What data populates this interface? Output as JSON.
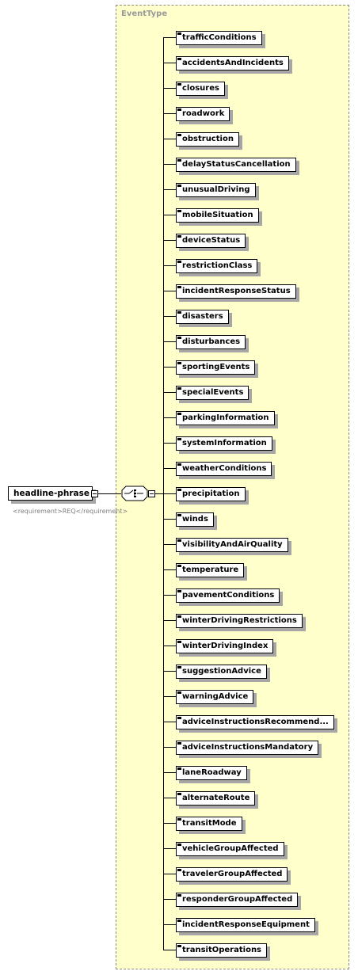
{
  "root": {
    "label": "headline-phrase",
    "annotation": "<requirement>REQ</requirement>"
  },
  "group": {
    "title": "EventType"
  },
  "elements": [
    "trafficConditions",
    "accidentsAndIncidents",
    "closures",
    "roadwork",
    "obstruction",
    "delayStatusCancellation",
    "unusualDriving",
    "mobileSituation",
    "deviceStatus",
    "restrictionClass",
    "incidentResponseStatus",
    "disasters",
    "disturbances",
    "sportingEvents",
    "specialEvents",
    "parkingInformation",
    "systemInformation",
    "weatherConditions",
    "precipitation",
    "winds",
    "visibilityAndAirQuality",
    "temperature",
    "pavementConditions",
    "winterDrivingRestrictions",
    "winterDrivingIndex",
    "suggestionAdvice",
    "warningAdvice",
    "adviceInstructionsRecommend...",
    "adviceInstructionsMandatory",
    "laneRoadway",
    "alternateRoute",
    "transitMode",
    "vehicleGroupAffected",
    "travelerGroupAffected",
    "responderGroupAffected",
    "incidentResponseEquipment",
    "transitOperations"
  ],
  "colors": {
    "group_fill": "#ffffcc",
    "group_border": "#8c8c8c",
    "shadow": "#a6a6a6",
    "annotation_text": "#7f7f7f",
    "title_text": "#999999"
  },
  "icons": {
    "compositor": "choice-compositor-icon",
    "collapse": "minus-box-icon"
  }
}
